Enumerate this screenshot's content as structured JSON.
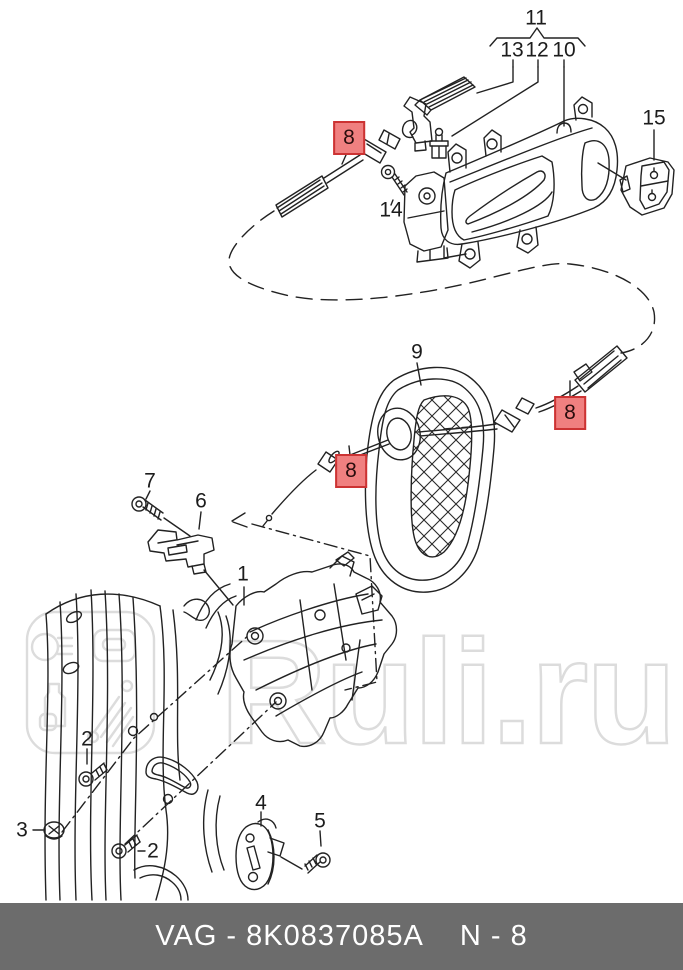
{
  "diagram": {
    "type": "auto-parts-exploded-diagram",
    "subject": "door lock and interior door handle with actuating cables",
    "watermark": {
      "text": "Ruli.ru",
      "logo": "ruli-logo"
    },
    "footer": {
      "part_code": "VAG - 8K0837085A",
      "page_ref": "N - 8"
    },
    "colors": {
      "line": "#222222",
      "watermark": "#dcdcdc",
      "highlight_bg": "#F08080",
      "highlight_border": "#CC3333",
      "footer_bg": "#6C6C6C",
      "footer_text": "#ffffff"
    }
  },
  "labels": [
    {
      "id": "11",
      "text": "11",
      "highlighted": false
    },
    {
      "id": "13",
      "text": "13",
      "highlighted": false
    },
    {
      "id": "12",
      "text": "12",
      "highlighted": false
    },
    {
      "id": "10",
      "text": "10",
      "highlighted": false
    },
    {
      "id": "15",
      "text": "15",
      "highlighted": false
    },
    {
      "id": "8-top",
      "text": "8",
      "highlighted": true
    },
    {
      "id": "14",
      "text": "14",
      "highlighted": false
    },
    {
      "id": "9",
      "text": "9",
      "highlighted": false
    },
    {
      "id": "8-right",
      "text": "8",
      "highlighted": true
    },
    {
      "id": "8-mid",
      "text": "8",
      "highlighted": true
    },
    {
      "id": "7",
      "text": "7",
      "highlighted": false
    },
    {
      "id": "6",
      "text": "6",
      "highlighted": false
    },
    {
      "id": "1",
      "text": "1",
      "highlighted": false
    },
    {
      "id": "2-upper",
      "text": "2",
      "highlighted": false
    },
    {
      "id": "2-lower",
      "text": "2",
      "highlighted": false
    },
    {
      "id": "3",
      "text": "3",
      "highlighted": false
    },
    {
      "id": "4",
      "text": "4",
      "highlighted": false
    },
    {
      "id": "5",
      "text": "5",
      "highlighted": false
    }
  ]
}
